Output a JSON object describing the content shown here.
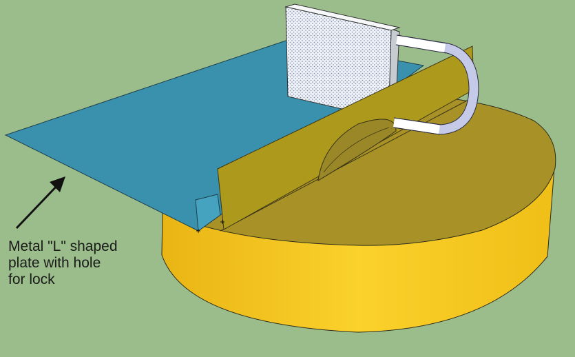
{
  "annotation": {
    "lines": [
      "Metal \"L\" shaped",
      "plate with hole",
      "for lock"
    ]
  },
  "colors": {
    "background": "#9bbd8b",
    "drum_side": "#f2c316",
    "drum_top": "#a89227",
    "blue_plate": "#3a91ad",
    "vertical_plate": "#ad9a1c",
    "lock_body": "#e9edf2",
    "lock_dots": "#6a7ea6",
    "shackle": "#b9c0e3",
    "arrow": "#111111"
  },
  "icons": {
    "arrow": "arrow-up-right-icon",
    "padlock": "padlock-icon"
  }
}
